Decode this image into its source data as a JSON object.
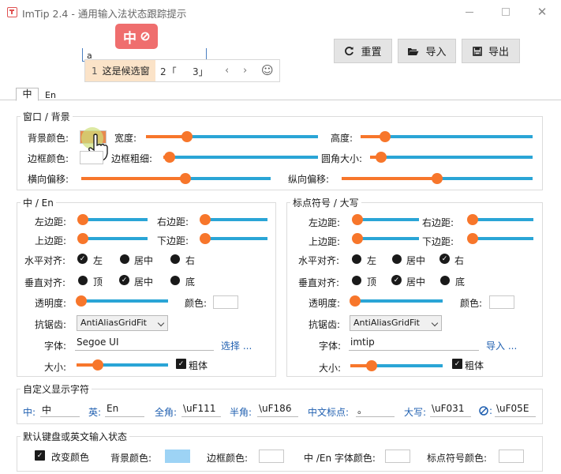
{
  "window": {
    "title": "ImTip 2.4 - 通用输入法状态跟踪提示"
  },
  "preview": {
    "badge": "中",
    "caret": "a",
    "candidates": [
      "1",
      "这是候选窗",
      "2「",
      "3」"
    ]
  },
  "toolbar": {
    "reset": "重置",
    "import": "导入",
    "export": "导出"
  },
  "tabs": [
    "中",
    "En"
  ],
  "window_bg": {
    "title": "窗口 / 背景",
    "bg_color": "背景颜色:",
    "width": "宽度:",
    "height": "高度:",
    "border_color": "边框颜色:",
    "border_width": "边框粗细:",
    "radius": "圆角大小:",
    "h_offset": "横向偏移:",
    "v_offset": "纵向偏移:",
    "bg_color_value": "#e8894f"
  },
  "zh_en": {
    "title": "中 / En",
    "left": "左边距:",
    "right": "右边距:",
    "top": "上边距:",
    "bottom": "下边距:",
    "halign": "水平对齐:",
    "valign": "垂直对齐:",
    "h_opts": [
      "左",
      "居中",
      "右"
    ],
    "v_opts": [
      "顶",
      "居中",
      "底"
    ],
    "opacity": "透明度:",
    "color": "颜色:",
    "aa": "抗锯齿:",
    "aa_value": "AntiAliasGridFit",
    "font": "字体:",
    "font_value": "Segoe UI",
    "font_link": "选择 ...",
    "size": "大小:",
    "bold": "粗体"
  },
  "punct": {
    "title": "标点符号 / 大写",
    "left": "左边距:",
    "right": "右边距:",
    "top": "上边距:",
    "bottom": "下边距:",
    "halign": "水平对齐:",
    "valign": "垂直对齐:",
    "h_opts": [
      "左",
      "居中",
      "右"
    ],
    "v_opts": [
      "顶",
      "居中",
      "底"
    ],
    "opacity": "透明度:",
    "color": "颜色:",
    "aa": "抗锯齿:",
    "aa_value": "AntiAliasGridFit",
    "font": "字体:",
    "font_value": "imtip",
    "font_link": "导入 ...",
    "size": "大小:",
    "bold": "粗体"
  },
  "custom_chars": {
    "title": "自定义显示字符",
    "zh_label": "中:",
    "zh_value": "中",
    "en_label": "英:",
    "en_value": "En",
    "full_label": "全角:",
    "full_value": "\\uF111",
    "half_label": "半角:",
    "half_value": "\\uF186",
    "punct_label": "中文标点:",
    "punct_value": "。",
    "caps_label": "大写:",
    "caps_value": "\\uF031",
    "disabled_value": "\\uF05E"
  },
  "default_state": {
    "title": "默认键盘或英文输入状态",
    "change_color": "改变颜色",
    "bg_color": "背景颜色:",
    "bg_color_value": "#9dd3f5",
    "border_color": "边框颜色:",
    "zh_font_color": "中 /En 字体颜色:",
    "punct_color": "标点符号颜色:"
  },
  "sliders": {
    "width": 0.24,
    "height": 0.14,
    "border_width": 0.04,
    "radius": 0.07,
    "h_offset": 0.55,
    "v_offset": 0.5,
    "zh_left": 0.05,
    "zh_right": 0.06,
    "zh_top": 0.05,
    "zh_bottom": 0.06,
    "zh_opacity": 0.05,
    "zh_size": 0.23,
    "p_left": 0.05,
    "p_right": 0.06,
    "p_top": 0.05,
    "p_bottom": 0.06,
    "p_opacity": 0.05,
    "p_size": 0.23
  },
  "colors": {
    "accent": "#f7762b",
    "track": "#2aa5d6",
    "badge": "#ef6e6e"
  }
}
